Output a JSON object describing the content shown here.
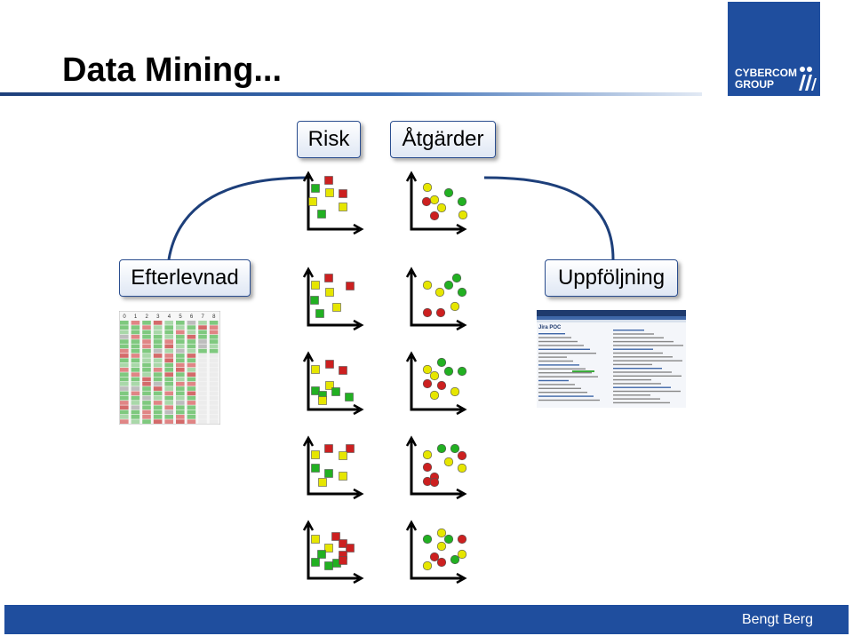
{
  "slide": {
    "title": "Data Mining...",
    "author": "Bengt Berg"
  },
  "logo": {
    "line1": "CYBERCOM",
    "line2": "GROUP"
  },
  "labels": {
    "risk": "Risk",
    "atgarder": "Åtgärder",
    "efterlevnad": "Efterlevnad",
    "uppfoljning": "Uppföljning"
  },
  "colors": {
    "brand_blue": "#1f4e9e",
    "red": "#cc2020",
    "green": "#22b022",
    "yellow": "#e6e600"
  },
  "icons": {
    "risk_plot": "square-scatter-plot-icon",
    "action_plot": "circle-scatter-plot-icon",
    "compliance_table": "compliance-grid-thumbnail",
    "jira_page": "jira-dashboard-thumbnail"
  },
  "compliance_headers": [
    "0",
    "1",
    "2",
    "3",
    "4",
    "5",
    "6",
    "7",
    "8"
  ],
  "jira": {
    "page_title": "Jira POC"
  }
}
